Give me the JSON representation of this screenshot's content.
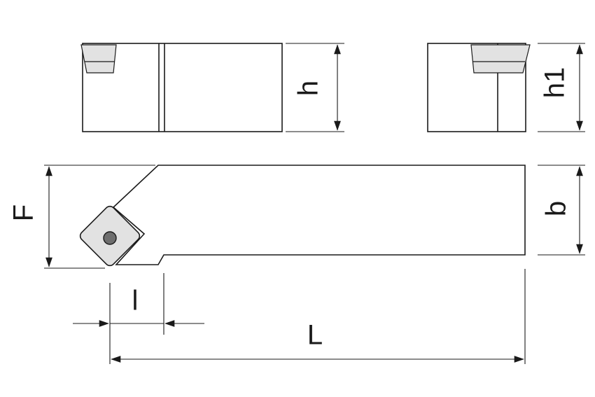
{
  "labels": {
    "h": "h",
    "h1": "h1",
    "F": "F",
    "b": "b",
    "l": "l",
    "L": "L"
  },
  "colors": {
    "line": "#1a1a1a",
    "insert_fill": "#e2e2e2",
    "insert_hole": "#6e6e6e",
    "background": "#ffffff"
  }
}
